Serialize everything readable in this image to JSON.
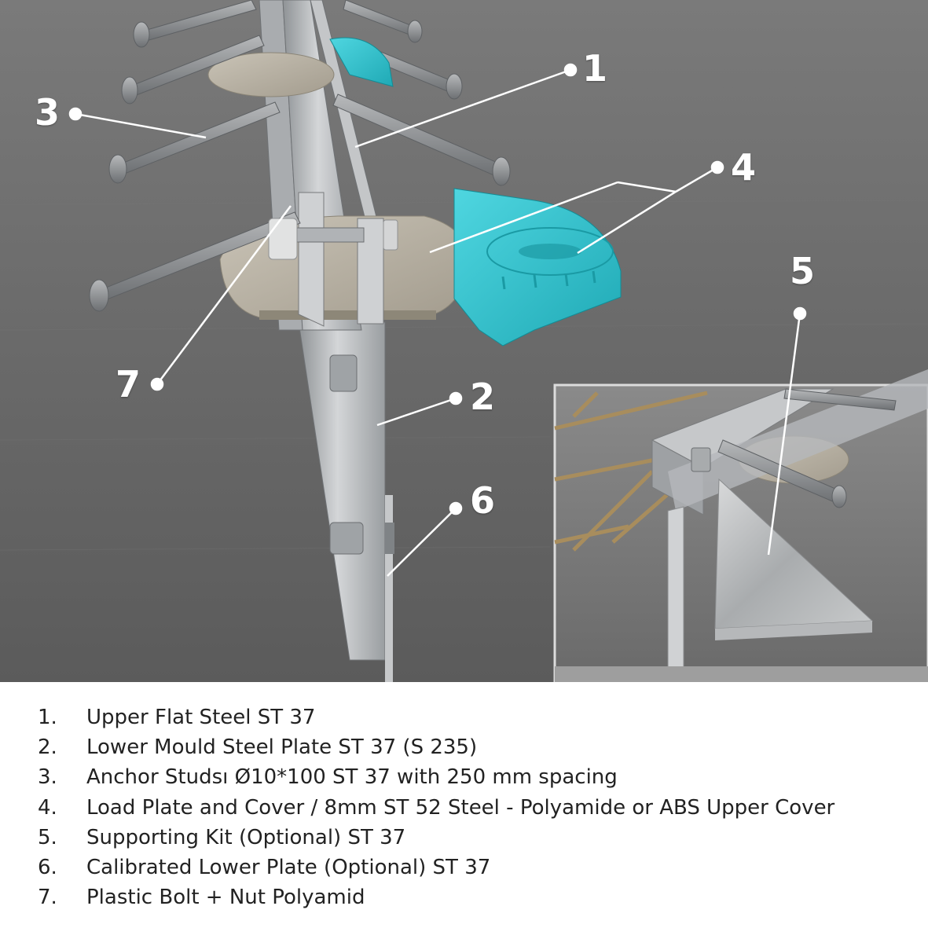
{
  "callouts": [
    "1",
    "2",
    "3",
    "4",
    "5",
    "6",
    "7"
  ],
  "legend": [
    {
      "num": "1.",
      "text": "Upper Flat Steel ST 37"
    },
    {
      "num": "2.",
      "text": "Lower Mould Steel Plate ST 37 (S 235)"
    },
    {
      "num": "3.",
      "text": "Anchor Studsı Ø10*100 ST 37 with 250 mm spacing"
    },
    {
      "num": "4.",
      "text": "Load Plate and Cover / 8mm ST 52 Steel - Polyamide or ABS Upper Cover"
    },
    {
      "num": "5.",
      "text": "Supporting Kit (Optional) ST 37"
    },
    {
      "num": "6.",
      "text": "Calibrated Lower Plate (Optional) ST 37"
    },
    {
      "num": "7.",
      "text": "Plastic Bolt + Nut Polyamid"
    }
  ],
  "colors": {
    "background": "#6a6a6a",
    "steel": "#b9bcbf",
    "cover": "#2fc4cf",
    "callout": "#ffffff",
    "legend_text": "#222222"
  }
}
